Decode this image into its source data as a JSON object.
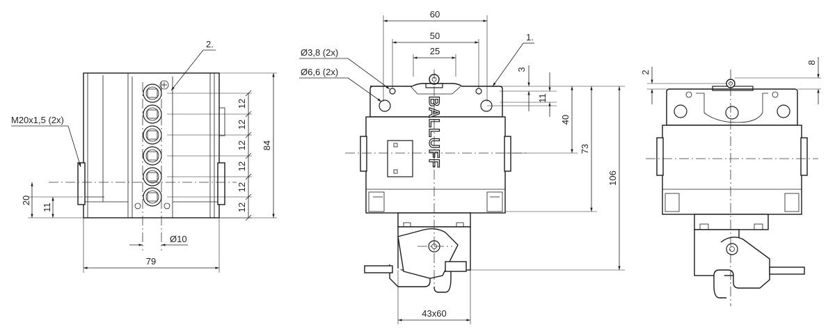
{
  "left_view": {
    "callout": "2.",
    "thread": "M20x1,5 (2x)",
    "dim_width": "79",
    "dim_height": "84",
    "dim_pitch": [
      "12",
      "12",
      "12",
      "12",
      "12",
      "12"
    ],
    "dim_20": "20",
    "dim_11": "11",
    "dim_bore": "Ø10"
  },
  "front_view": {
    "callout": "1.",
    "hole_small": "Ø3,8 (2x)",
    "hole_large": "Ø6,6 (2x)",
    "dim_60": "60",
    "dim_50": "50",
    "dim_25": "25",
    "dim_3": "3",
    "dim_11": "11",
    "dim_40": "40",
    "dim_73": "73",
    "dim_106": "106",
    "dim_base": "43x60",
    "brand": "BALLUFF"
  },
  "right_view": {
    "dim_2": "2",
    "dim_8": "8"
  }
}
